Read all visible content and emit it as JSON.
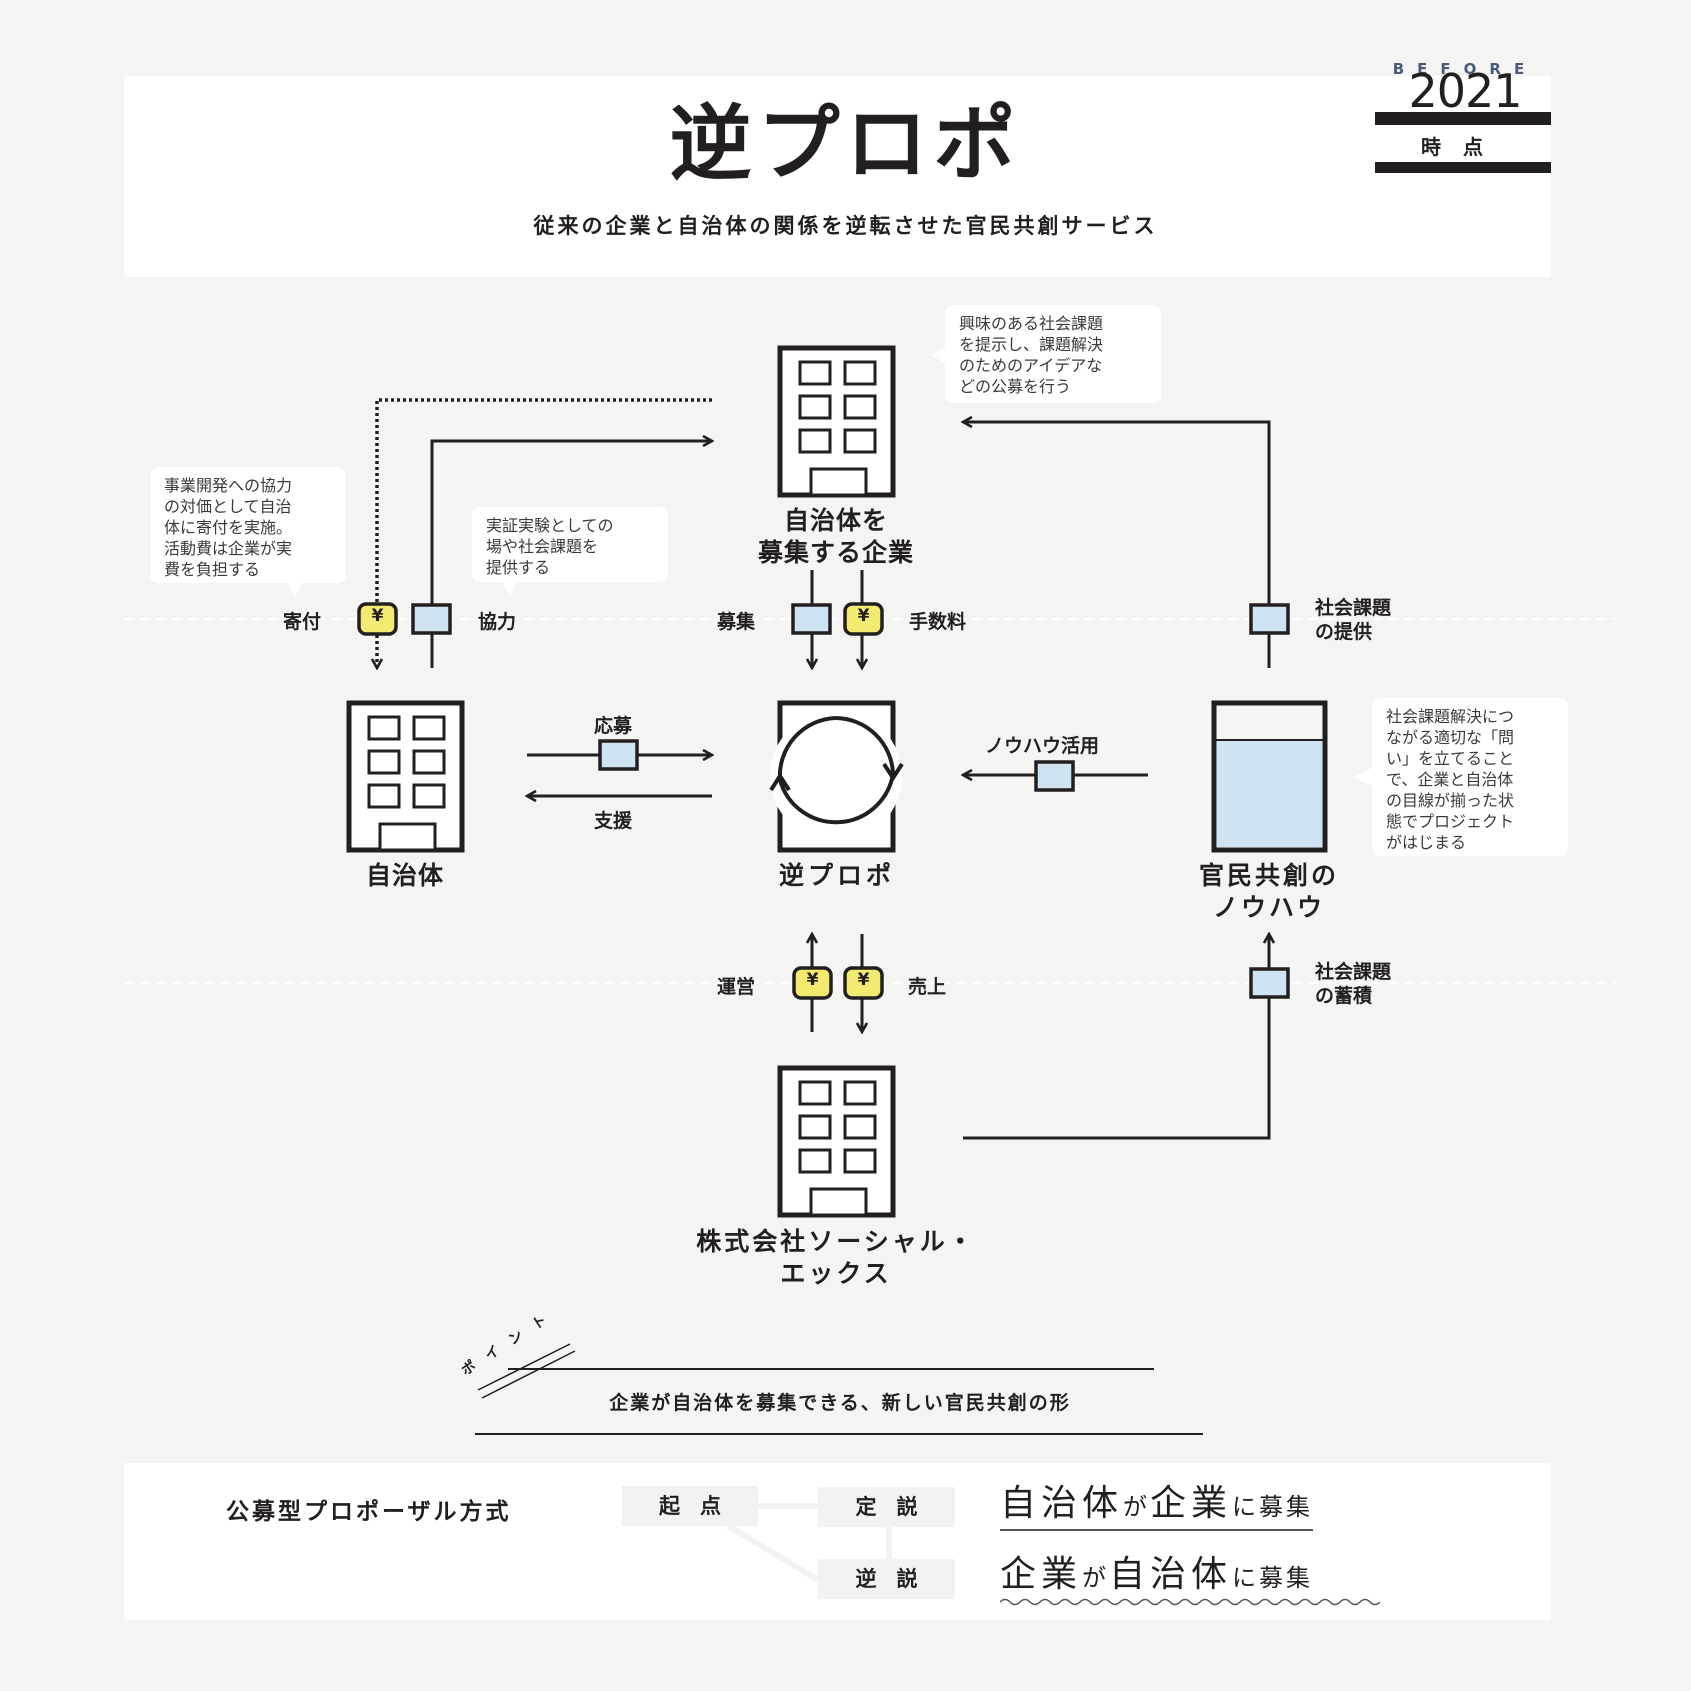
{
  "header": {
    "title": "逆プロポ",
    "subtitle": "従来の企業と自治体の関係を逆転させた官民共創サービス",
    "badge": {
      "before": "BEFORE",
      "year": "2021",
      "label": "時点"
    }
  },
  "colors": {
    "background": "#f4f4f2",
    "panel": "#ffffff",
    "ink": "#231f20",
    "info_box": "#cfe4f2",
    "money_box": "#f3ea72",
    "badge_before": "#4a5a7a"
  },
  "nodes": {
    "company": {
      "label_line1": "自治体を",
      "label_line2": "募集する企業",
      "icon": "building-icon"
    },
    "municipality": {
      "label": "自治体",
      "icon": "building-icon"
    },
    "platform": {
      "label": "逆プロポ",
      "icon": "cycle-icon"
    },
    "knowhow": {
      "label_line1": "官民共創の",
      "label_line2": "ノウハウ",
      "icon": "container-icon"
    },
    "socialx": {
      "label_line1": "株式会社ソーシャル・",
      "label_line2": "エックス",
      "icon": "building-icon"
    }
  },
  "flows": {
    "donation": {
      "label": "寄付",
      "type": "money",
      "symbol": "¥"
    },
    "cooperation": {
      "label": "協力",
      "type": "info"
    },
    "recruit": {
      "label": "募集",
      "type": "info"
    },
    "fee": {
      "label": "手数料",
      "type": "money",
      "symbol": "¥"
    },
    "provide_issues": {
      "label_line1": "社会課題",
      "label_line2": "の提供",
      "type": "info"
    },
    "apply": {
      "label": "応募",
      "type": "info"
    },
    "support": {
      "label": "支援"
    },
    "knowhow_use": {
      "label": "ノウハウ活用",
      "type": "info"
    },
    "operation": {
      "label": "運営",
      "type": "money",
      "symbol": "¥"
    },
    "sales": {
      "label": "売上",
      "type": "money",
      "symbol": "¥"
    },
    "accumulate_issues": {
      "label_line1": "社会課題",
      "label_line2": "の蓄積",
      "type": "info"
    }
  },
  "callouts": {
    "company_note": [
      "興味のある社会課題",
      "を提示し、課題解決",
      "のためのアイデアな",
      "どの公募を行う"
    ],
    "donation_note": [
      "事業開発への協力",
      "の対価として自治",
      "体に寄付を実施。",
      "活動費は企業が実",
      "費を負担する"
    ],
    "cooperation_note": [
      "実証実験としての",
      "場や社会課題を",
      "提供する"
    ],
    "knowhow_note": [
      "社会課題解決につ",
      "ながる適切な「問",
      "い」を立てること",
      "で、企業と自治体",
      "の目線が揃った状",
      "態でプロジェクト",
      "がはじまる"
    ]
  },
  "point": {
    "tag": "ポイント",
    "text": "企業が自治体を募集できる、新しい官民共創の形"
  },
  "comparison": {
    "method": "公募型プロポーザル方式",
    "origin": "起点",
    "orthodox": "定説",
    "reverse": "逆説",
    "orthodox_result": {
      "a": "自治体",
      "p1": "が",
      "b": "企業",
      "p2": "に募集"
    },
    "reverse_result": {
      "a": "企業",
      "p1": "が",
      "b": "自治体",
      "p2": "に募集"
    }
  }
}
